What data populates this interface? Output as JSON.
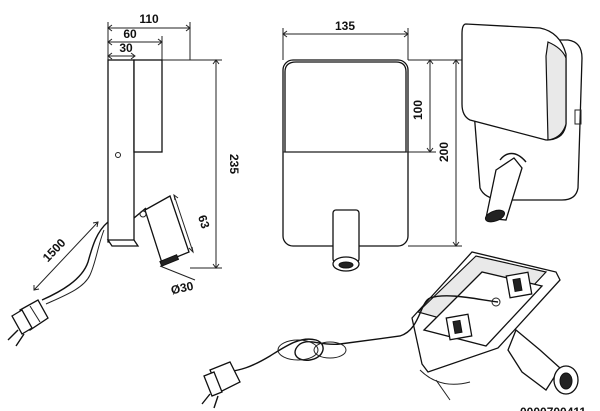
{
  "dimensions": {
    "side_width": "110",
    "side_depth": "60",
    "side_plate": "30",
    "height_total": "235",
    "cable_length": "1500",
    "reader_length": "63",
    "reader_diameter": "Ø30",
    "front_width": "135",
    "front_head_height": "100",
    "front_total_height": "200"
  },
  "footer_code": "0000700411"
}
